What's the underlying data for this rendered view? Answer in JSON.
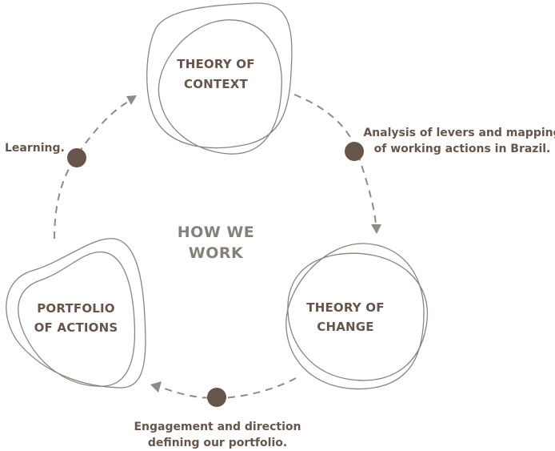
{
  "title": "HOW WE WORK",
  "title_lines": [
    "HOW WE",
    "WORK"
  ],
  "colors": {
    "node_text": "#66554a",
    "center_text": "#86807a",
    "outline": "#8a837c",
    "flow_line": "#8f8a82",
    "dot": "#66554a",
    "background": "#ffffff"
  },
  "nodes": [
    {
      "id": "theory-of-context",
      "lines": [
        "THEORY OF",
        "CONTEXT"
      ]
    },
    {
      "id": "theory-of-change",
      "lines": [
        "THEORY OF",
        "CHANGE"
      ]
    },
    {
      "id": "portfolio-of-actions",
      "lines": [
        "PORTFOLIO",
        "OF ACTIONS"
      ]
    }
  ],
  "transitions": [
    {
      "from": "theory-of-context",
      "to": "theory-of-change",
      "lines": [
        "Analysis of levers and mapping",
        "of working actions in Brazil."
      ]
    },
    {
      "from": "theory-of-change",
      "to": "portfolio-of-actions",
      "lines": [
        "Engagement and direction",
        "defining our portfolio."
      ]
    },
    {
      "from": "portfolio-of-actions",
      "to": "theory-of-context",
      "lines": [
        "Learning."
      ]
    }
  ]
}
